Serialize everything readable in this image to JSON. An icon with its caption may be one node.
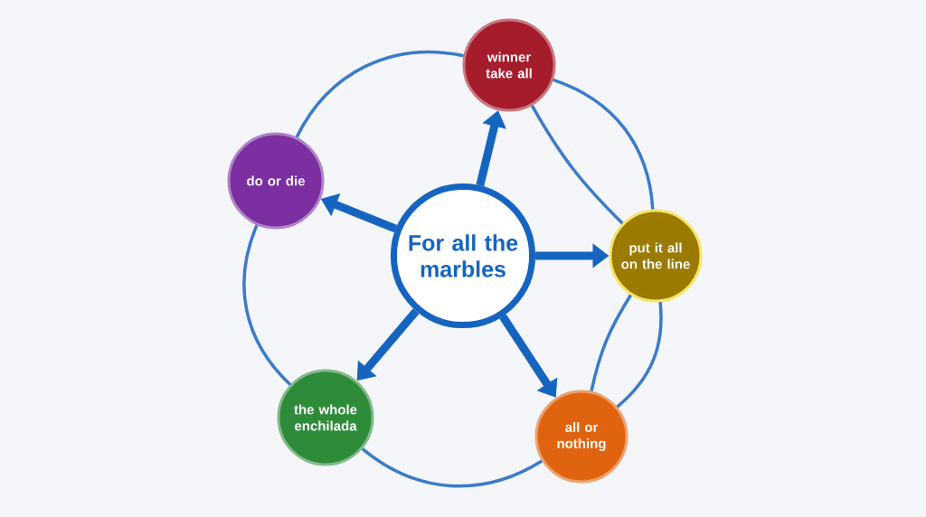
{
  "diagram": {
    "nodes": [
      {
        "text": [
          "For all the marbles"
        ]
      },
      {
        "text": [
          "winner take all"
        ]
      },
      {
        "text": [
          "do or die"
        ]
      },
      {
        "text": [
          "put it all on the line"
        ]
      },
      {
        "text": [
          "the whole enchilada"
        ]
      },
      {
        "text": [
          "all or nothing"
        ]
      }
    ],
    "edges": [
      {
        "from": 0,
        "to": 1,
        "arrow": "to",
        "style": "thick"
      },
      {
        "from": 0,
        "to": 2,
        "arrow": "to",
        "style": "thick"
      },
      {
        "from": 0,
        "to": 3,
        "arrow": "to",
        "style": "thick"
      },
      {
        "from": 0,
        "to": 4,
        "arrow": "to",
        "style": "thick"
      },
      {
        "from": 0,
        "to": 5,
        "arrow": "to",
        "style": "thick"
      },
      {
        "from": 2,
        "to": 1,
        "arrow": "none"
      },
      {
        "from": 1,
        "to": 3,
        "arrow": "none"
      },
      {
        "from": 1,
        "to": 3,
        "arrow": "none"
      },
      {
        "from": 3,
        "to": 5,
        "arrow": "none"
      },
      {
        "from": 3,
        "to": 5,
        "arrow": "none"
      },
      {
        "from": 5,
        "to": 4,
        "arrow": "none"
      },
      {
        "from": 4,
        "to": 2,
        "arrow": "none"
      }
    ]
  }
}
